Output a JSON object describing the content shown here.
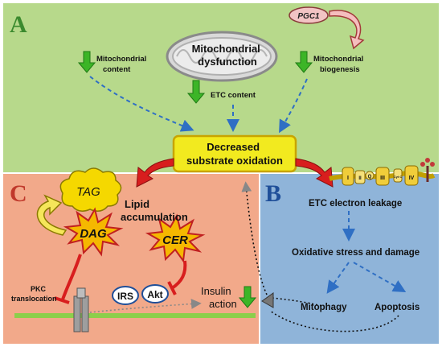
{
  "panels": {
    "a": {
      "letter": "A",
      "bg": "#b7d98b"
    },
    "b": {
      "letter": "B",
      "bg": "#8fb4d9"
    },
    "c": {
      "letter": "C",
      "bg": "#f2a98a"
    }
  },
  "top": {
    "mito_dysfunction": [
      "Mitochondrial",
      "dysfunction"
    ],
    "mito_content": [
      "Mitochondrial",
      "content"
    ],
    "mito_biogenesis": [
      "Mitochondrial",
      "biogenesis"
    ],
    "etc_content": "ETC content",
    "pgc1": "PGC1",
    "decreased": [
      "Decreased",
      "substrate oxidation"
    ]
  },
  "left": {
    "tag": "TAG",
    "dag": "DAG",
    "cer": "CER",
    "lipid": [
      "Lipid",
      "accumulation"
    ],
    "pkc": [
      "PKC",
      "translocation"
    ],
    "irs": "IRS",
    "akt": "Akt",
    "insulin": [
      "Insulin",
      "action"
    ]
  },
  "right": {
    "etc_leakage": "ETC electron leakage",
    "oxidative": "Oxidative stress and damage",
    "mitophagy": "Mitophagy",
    "apoptosis": "Apoptosis",
    "complexes": [
      "I",
      "II",
      "Q",
      "III",
      "Cyt C",
      "IV"
    ]
  },
  "colors": {
    "green_arrow": "#3cb527",
    "red_arrow": "#d81e1e",
    "blue_dash": "#2f6fc4",
    "yellow_box": "#f2ea1f",
    "starburst": "#f5b800",
    "membrane": "#8ccf4b"
  }
}
